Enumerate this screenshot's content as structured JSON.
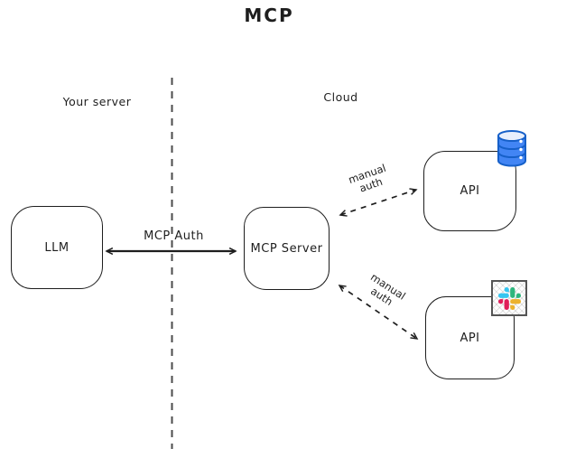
{
  "title": "MCP",
  "regions": {
    "left": {
      "label": "Your server"
    },
    "right": {
      "label": "Cloud"
    }
  },
  "nodes": {
    "llm": {
      "label": "LLM"
    },
    "mcp_server": {
      "label": "MCP Server"
    },
    "api_top": {
      "label": "API",
      "icon": "database-icon"
    },
    "api_bottom": {
      "label": "API",
      "icon": "slack-icon"
    }
  },
  "edges": {
    "mcp_auth": {
      "label": "MCP Auth",
      "style": "solid",
      "bidirectional": true
    },
    "manual_auth_top": {
      "line1": "manual",
      "line2": "auth",
      "style": "dashed",
      "bidirectional": true
    },
    "manual_auth_bottom": {
      "line1": "manual",
      "line2": "auth",
      "style": "dashed",
      "bidirectional": true
    }
  },
  "colors": {
    "stroke": "#1e1e1e",
    "divider": "#4b4b4b",
    "db_fill": "#4285f4",
    "db_stroke": "#1660c9",
    "db_top": "#e8effc",
    "slack_blue": "#36C5F0",
    "slack_green": "#2EB67D",
    "slack_red": "#E01E5A",
    "slack_yellow": "#ECB22E"
  }
}
